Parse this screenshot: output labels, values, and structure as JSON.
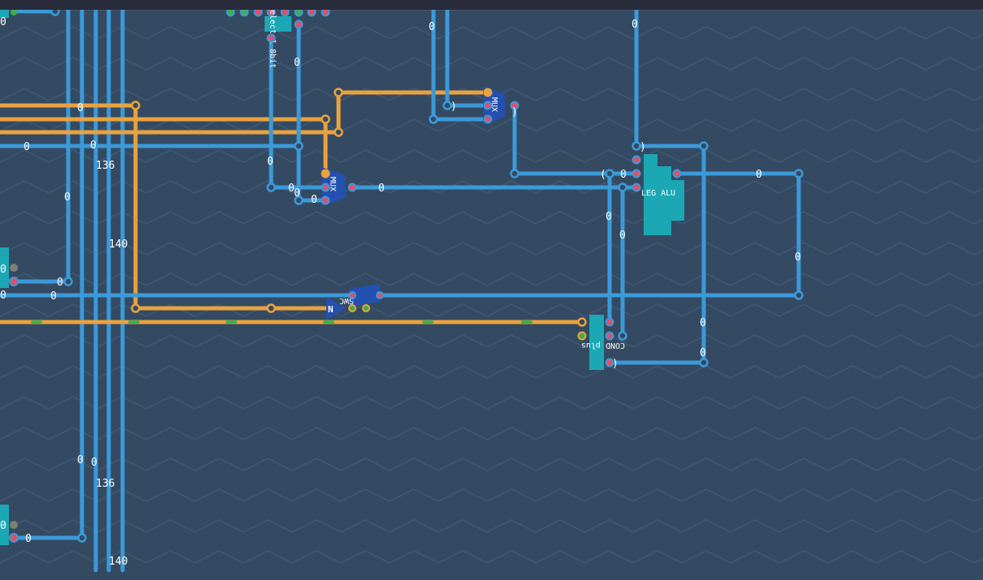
{
  "colors": {
    "background": "#344a62",
    "topbar": "#272b3a",
    "wire_blue": "#3b9ad9",
    "wire_orange": "#eba23e",
    "component_teal": "#1ba8b4",
    "component_blue": "#2450b0",
    "pin_red": "#e0506a",
    "pin_green": "#3fb04a",
    "pin_gray": "#7c8070"
  },
  "components": {
    "select": {
      "label": "elect 1 8bit"
    },
    "mux_top": {
      "label": "MUX"
    },
    "mux_mid": {
      "label": "MUX"
    },
    "alu": {
      "label": "LEG ALU"
    },
    "cond": {
      "label": "COND plus"
    },
    "swc": {
      "label": "SWC"
    },
    "not": {
      "label": "N"
    }
  },
  "wire_values": [
    {
      "id": "v1",
      "text": "0"
    },
    {
      "id": "v2",
      "text": "0"
    },
    {
      "id": "v3",
      "text": "0"
    },
    {
      "id": "v4",
      "text": "136"
    },
    {
      "id": "v5",
      "text": "0"
    },
    {
      "id": "v6",
      "text": "140"
    },
    {
      "id": "v7",
      "text": "0"
    },
    {
      "id": "v8",
      "text": "0"
    },
    {
      "id": "v9",
      "text": "0"
    },
    {
      "id": "v10",
      "text": "0"
    },
    {
      "id": "v11",
      "text": "0"
    },
    {
      "id": "v12",
      "text": "0"
    },
    {
      "id": "v13",
      "text": "0"
    },
    {
      "id": "v14",
      "text": "0"
    },
    {
      "id": "v15",
      "text": "0"
    },
    {
      "id": "v16",
      "text": "0"
    },
    {
      "id": "v17",
      "text": "0"
    },
    {
      "id": "v18",
      "text": ")"
    },
    {
      "id": "v19",
      "text": ")"
    },
    {
      "id": "v20",
      "text": ")"
    },
    {
      "id": "v21",
      "text": "("
    },
    {
      "id": "v22",
      "text": "0"
    },
    {
      "id": "v23",
      "text": "0"
    },
    {
      "id": "v24",
      "text": "0"
    },
    {
      "id": "v25",
      "text": "0"
    },
    {
      "id": "v26",
      "text": "0"
    },
    {
      "id": "v27",
      "text": "0"
    },
    {
      "id": "v28",
      "text": "0"
    },
    {
      "id": "v29",
      "text": ")"
    },
    {
      "id": "v30",
      "text": "0"
    },
    {
      "id": "v31",
      "text": "0"
    },
    {
      "id": "v32",
      "text": "136"
    },
    {
      "id": "v33",
      "text": "0"
    },
    {
      "id": "v34",
      "text": "0"
    },
    {
      "id": "v35",
      "text": "140"
    },
    {
      "id": "v36",
      "text": "0"
    },
    {
      "id": "v37",
      "text": "0"
    }
  ]
}
